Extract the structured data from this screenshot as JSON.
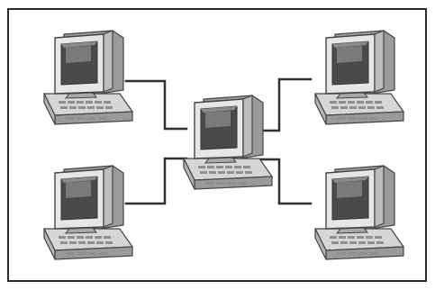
{
  "diagram": {
    "topology": "star network",
    "center": {
      "id": "hub-computer",
      "icon": "desktop-computer-icon"
    },
    "nodes": [
      {
        "id": "computer-top-left",
        "icon": "desktop-computer-icon"
      },
      {
        "id": "computer-bottom-left",
        "icon": "desktop-computer-icon"
      },
      {
        "id": "computer-top-right",
        "icon": "desktop-computer-icon"
      },
      {
        "id": "computer-bottom-right",
        "icon": "desktop-computer-icon"
      }
    ],
    "links": [
      {
        "from": "hub-computer",
        "to": "computer-top-left"
      },
      {
        "from": "hub-computer",
        "to": "computer-bottom-left"
      },
      {
        "from": "hub-computer",
        "to": "computer-top-right"
      },
      {
        "from": "hub-computer",
        "to": "computer-bottom-right"
      }
    ],
    "colors": {
      "line": "#2f2f2f",
      "frame": "#2a2a2a",
      "casing_light": "#e9e9e9",
      "casing_mid": "#bdbdbd",
      "casing_dark": "#7d7d7d",
      "screen": "#4a4a4a",
      "screen_glare": "#8a8a8a"
    }
  }
}
